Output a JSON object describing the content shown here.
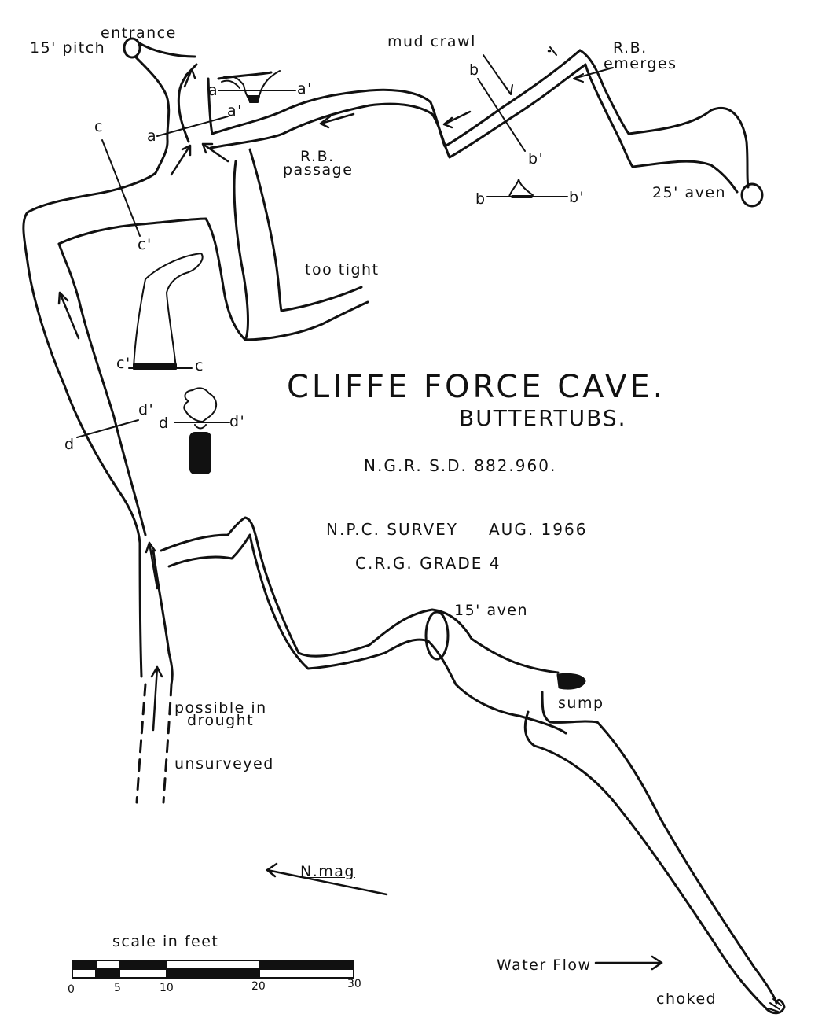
{
  "title": "CLIFFE FORCE CAVE.",
  "subtitle": "BUTTERTUBS.",
  "grid_ref": "N.G.R. S.D. 882.960.",
  "survey": "N.P.C. SURVEY",
  "survey_date": "AUG. 1966",
  "grade": "C.R.G. GRADE 4",
  "labels": {
    "pitch": "15' pitch",
    "entrance": "entrance",
    "mud_crawl": "mud crawl",
    "rb_emerges_1": "R.B.",
    "rb_emerges_2": "emerges",
    "rb_passage_1": "R.B.",
    "rb_passage_2": "passage",
    "aven_25": "25' aven",
    "too_tight": "too tight",
    "aven_15": "15' aven",
    "sump": "sump",
    "possible_1": "possible in",
    "possible_2": "drought",
    "unsurveyed": "unsurveyed",
    "n_mag": "N.mag",
    "scale_title": "scale in feet",
    "water_flow": "Water Flow",
    "choked": "choked"
  },
  "sections": {
    "a": "a",
    "a_prime": "a'",
    "b": "b",
    "b_prime": "b'",
    "c": "c",
    "c_prime": "c'",
    "d": "d",
    "d_prime": "d'"
  },
  "scale": {
    "ticks": [
      "0",
      "5",
      "10",
      "20",
      "30"
    ]
  },
  "colors": {
    "ink": "#111111",
    "paper": "#ffffff"
  }
}
